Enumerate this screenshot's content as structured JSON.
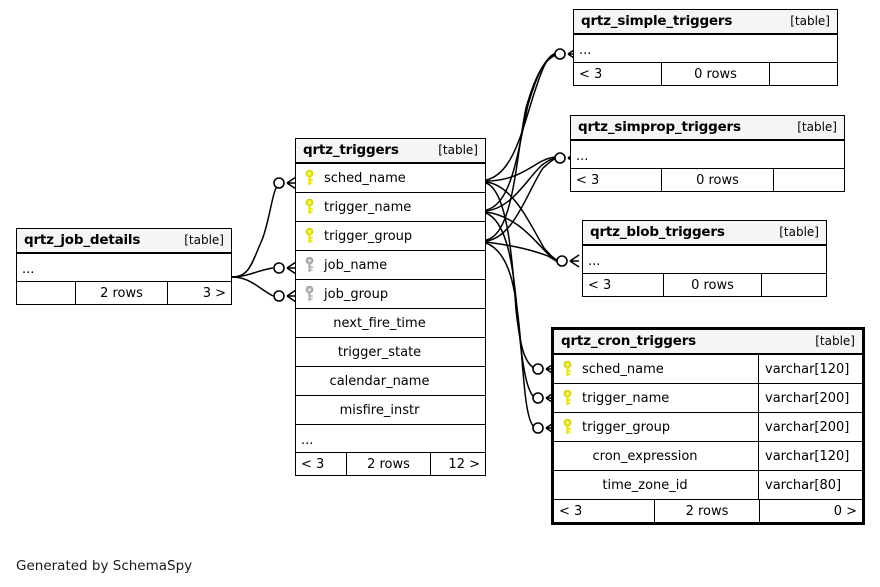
{
  "diagram": {
    "caption": "Generated by SchemaSpy",
    "table_tag": "[table]",
    "ellipsis": "...",
    "colors": {
      "primary_key": "#e8e800",
      "foreign_key": "#b3b3b3",
      "header_bg": "#f5f5f5",
      "border": "#000000",
      "background": "#ffffff"
    }
  },
  "tables": {
    "job_details": {
      "name": "qrtz_job_details",
      "tag": "[table]",
      "ellipsis": "...",
      "footer": {
        "left": "",
        "center": "2 rows",
        "right": "3 >"
      }
    },
    "triggers": {
      "name": "qrtz_triggers",
      "tag": "[table]",
      "ellipsis": "...",
      "columns": [
        {
          "name": "sched_name",
          "key": "primary"
        },
        {
          "name": "trigger_name",
          "key": "primary"
        },
        {
          "name": "trigger_group",
          "key": "primary"
        },
        {
          "name": "job_name",
          "key": "foreign"
        },
        {
          "name": "job_group",
          "key": "foreign"
        },
        {
          "name": "next_fire_time",
          "key": "none"
        },
        {
          "name": "trigger_state",
          "key": "none"
        },
        {
          "name": "calendar_name",
          "key": "none"
        },
        {
          "name": "misfire_instr",
          "key": "none"
        }
      ],
      "footer": {
        "left": "< 3",
        "center": "2 rows",
        "right": "12 >"
      }
    },
    "simple_triggers": {
      "name": "qrtz_simple_triggers",
      "tag": "[table]",
      "ellipsis": "...",
      "footer": {
        "left": "< 3",
        "center": "0 rows",
        "right": ""
      }
    },
    "simprop_triggers": {
      "name": "qrtz_simprop_triggers",
      "tag": "[table]",
      "ellipsis": "...",
      "footer": {
        "left": "< 3",
        "center": "0 rows",
        "right": ""
      }
    },
    "blob_triggers": {
      "name": "qrtz_blob_triggers",
      "tag": "[table]",
      "ellipsis": "...",
      "footer": {
        "left": "< 3",
        "center": "0 rows",
        "right": ""
      }
    },
    "cron_triggers": {
      "name": "qrtz_cron_triggers",
      "tag": "[table]",
      "focal": true,
      "columns": [
        {
          "name": "sched_name",
          "key": "primary",
          "type": "varchar[120]"
        },
        {
          "name": "trigger_name",
          "key": "primary",
          "type": "varchar[200]"
        },
        {
          "name": "trigger_group",
          "key": "primary",
          "type": "varchar[200]"
        },
        {
          "name": "cron_expression",
          "key": "none",
          "type": "varchar[120]"
        },
        {
          "name": "time_zone_id",
          "key": "none",
          "type": "varchar[80]"
        }
      ],
      "footer": {
        "left": "< 3",
        "center": "2 rows",
        "right": "0 >"
      }
    }
  }
}
